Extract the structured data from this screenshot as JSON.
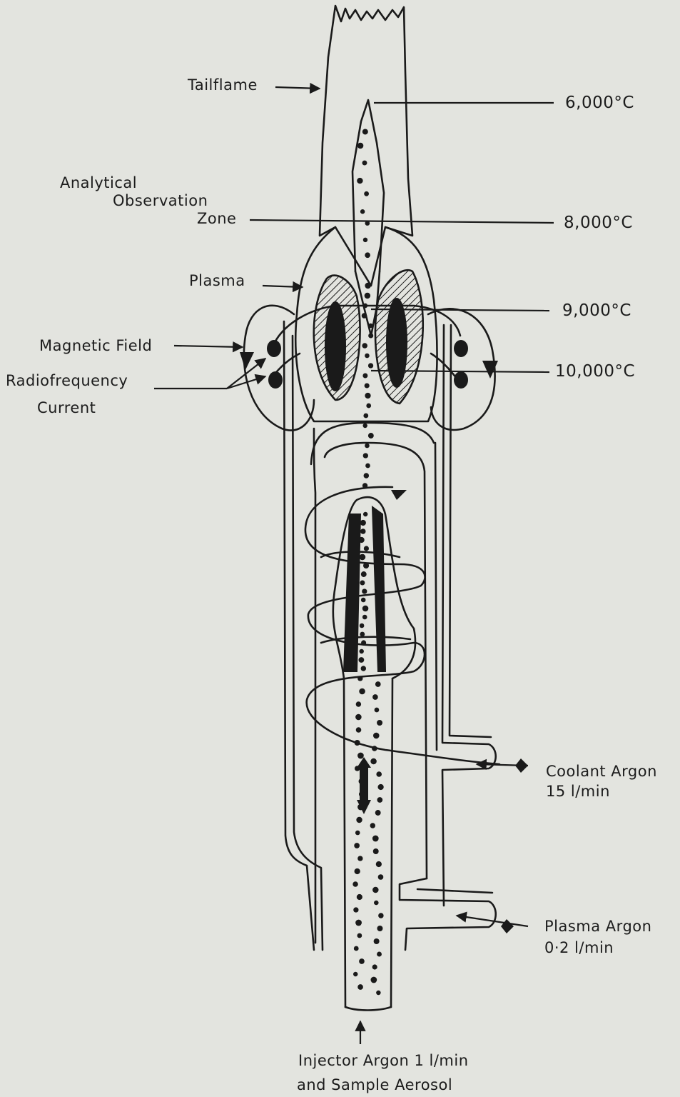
{
  "labels": {
    "tailflame": "Tailflame",
    "analytical_line1": "Analytical",
    "analytical_line2": "Observation",
    "analytical_line3": "Zone",
    "plasma": "Plasma",
    "magnetic_field": "Magnetic Field",
    "rf_line1": "Radiofrequency",
    "rf_line2": "Current",
    "coolant_line1": "Coolant Argon",
    "coolant_line2": "15 l/min",
    "plasma_argon_line1": "Plasma Argon",
    "plasma_argon_line2": "0·2 l/min",
    "injector_line1": "Injector Argon 1 l/min",
    "injector_line2": "and Sample Aerosol"
  },
  "temperatures": {
    "t1": "6,000°C",
    "t2": "8,000°C",
    "t3": "9,000°C",
    "t4": "10,000°C"
  },
  "colors": {
    "background": "#e3e4df",
    "ink": "#1a1a1a"
  }
}
